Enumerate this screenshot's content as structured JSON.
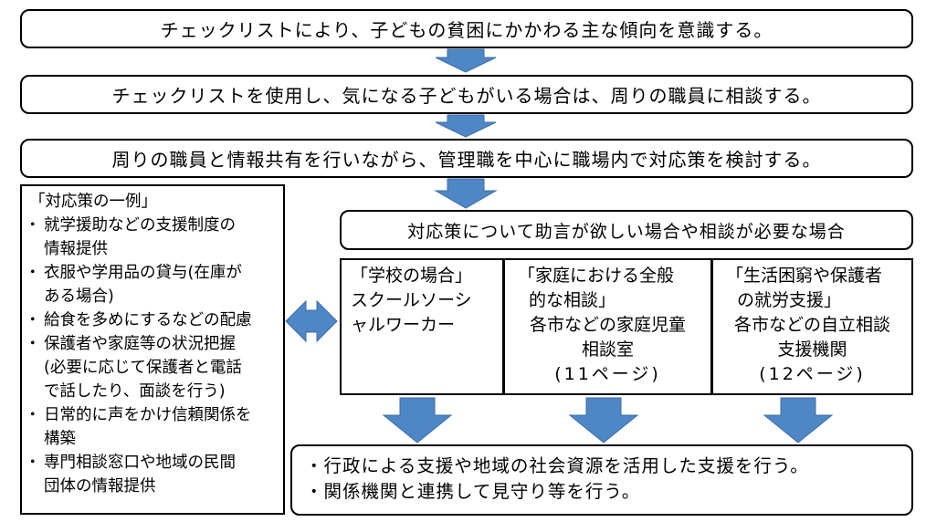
{
  "steps": [
    "チェックリストにより、子どもの貧困にかかわる主な傾向を意識する。",
    "チェックリストを使用し、気になる子どもがいる場合は、周りの職員に相談する。",
    "周りの職員と情報共有を行いながら、管理職を中心に職場内で対応策を検討する。"
  ],
  "examples": {
    "title": "「対応策の一例」",
    "items": [
      [
        "就学援助などの支援制度の",
        "情報提供"
      ],
      [
        "衣服や学用品の貸与(在庫が",
        "ある場合)"
      ],
      [
        "給食を多めにするなどの配慮"
      ],
      [
        "保護者や家庭等の状況把握",
        "(必要に応じて保護者と電話",
        "で話したり、面談を行う)"
      ],
      [
        "日常的に声をかけ信頼関係を",
        "構築"
      ],
      [
        "専門相談窓口や地域の民間",
        "団体の情報提供"
      ]
    ]
  },
  "advice": "対応策について助言が欲しい場合や相談が必要な場合",
  "consult": {
    "school": [
      "「学校の場合」",
      "スクールソーシ",
      "ャルワーカー"
    ],
    "family": [
      "「家庭における全般",
      "的な相談」",
      "各市などの家庭児童",
      "相談室",
      "(11ページ)"
    ],
    "life": [
      "「生活困窮や保護者",
      "の就労支援」",
      "各市などの自立相談",
      "支援機関",
      "(12ページ)"
    ]
  },
  "result": [
    "・行政による支援や地域の社会資源を活用した支援を行う。",
    "・関係機関と連携して見守り等を行う。"
  ],
  "colors": {
    "arrow_fill": "#4f86c6",
    "arrow_stroke": "#3a6ea5",
    "border": "#000000"
  }
}
